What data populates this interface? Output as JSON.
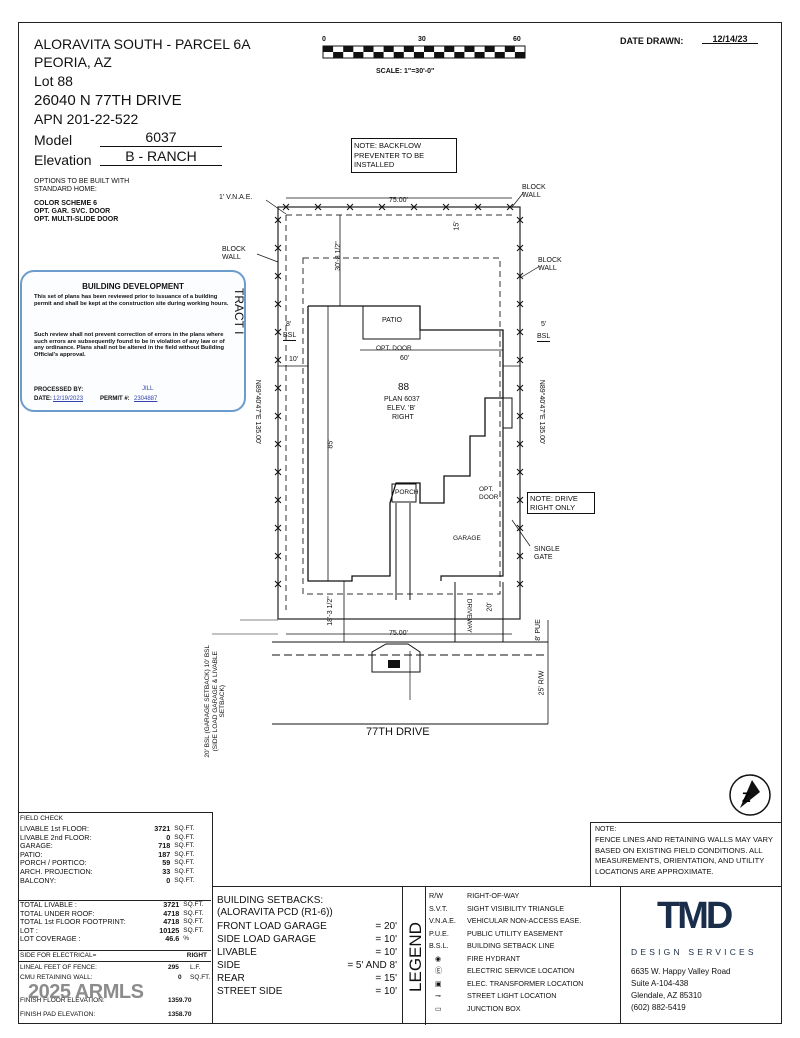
{
  "header": {
    "subdivision": "ALORAVITA SOUTH - PARCEL 6A",
    "city": "PEORIA, AZ",
    "lot": "Lot 88",
    "address": "26040 N 77TH DRIVE",
    "apn": "APN 201-22-522",
    "model_label": "Model",
    "model_value": "6037",
    "elevation_label": "Elevation",
    "elevation_value": "B - RANCH",
    "options_title": "OPTIONS TO BE BUILT WITH STANDARD HOME:",
    "options": [
      "COLOR SCHEME 6",
      "OPT. GAR. SVC. DOOR",
      "OPT. MULTI-SLIDE DOOR"
    ]
  },
  "scale": {
    "ticks": [
      "0",
      "30",
      "60"
    ],
    "label": "SCALE: 1\"=30'-0\""
  },
  "date_drawn": {
    "label": "DATE DRAWN:",
    "value": "12/14/23"
  },
  "notes": {
    "backflow": "NOTE: BACKFLOW PREVENTER TO BE INSTALLED",
    "drive": "NOTE: DRIVE RIGHT ONLY"
  },
  "stamp": {
    "title": "BUILDING DEVELOPMENT",
    "para1": "This set of plans has been reviewed prior to issuance of a building permit and shall be kept at the construction site during working hours.",
    "para2": "Such review shall not prevent correction of errors in the plans where such errors are subsequently found to be in violation of any law or of any ordinance. Plans shall not be altered in the field without Building Official's approval.",
    "processed_label": "PROCESSED BY:",
    "processed_value": "JILL",
    "date_label": "DATE:",
    "date_value": "12/19/2023",
    "permit_label": "PERMIT #:",
    "permit_value": "2304887"
  },
  "site_labels": {
    "vnae": "1' V.N.A.E.",
    "block_wall": "BLOCK WALL",
    "tract": "TRACT I",
    "bsl": "BSL",
    "dim_top": "75.00'",
    "dim_bottom": "75.00'",
    "dim_15": "15'",
    "dim_30": "30'-8 1/2\"",
    "dim_8": "8'",
    "dim_10": "10'",
    "dim_5": "5'",
    "dim_60": "60'",
    "dim_85": "85'",
    "dim_20": "20'",
    "dim_18": "18'-3 1/2\"",
    "brg_left": "N89°40'47\"E 135.00'",
    "brg_right": "N89°40'47\"E 135.00'",
    "patio": "PATIO",
    "opt_door": "OPT. DOOR",
    "lot_no": "88",
    "plan": "PLAN 6037",
    "elev": "ELEV. 'B'",
    "hand": "RIGHT",
    "porch": "PORCH",
    "garage": "GARAGE",
    "opt_door2": "OPT. DOOR",
    "single_gate": "SINGLE GATE",
    "pue": "8' PUE",
    "rw": "25' R/W",
    "street": "77TH DRIVE",
    "driveway": "DRIVEWAY",
    "left_setbacks": "20' BSL (GARAGE SETBACK)  10' BSL (SIDE LOAD GARAGE & LIVABLE SETBACK)"
  },
  "field_check": {
    "title": "FIELD CHECK",
    "rows": [
      {
        "label": "LIVABLE 1st FLOOR:",
        "value": "3721",
        "unit": "SQ.FT."
      },
      {
        "label": "LIVABLE 2nd FLOOR:",
        "value": "0",
        "unit": "SQ.FT."
      },
      {
        "label": "GARAGE:",
        "value": "718",
        "unit": "SQ.FT."
      },
      {
        "label": "PATIO:",
        "value": "187",
        "unit": "SQ.FT."
      },
      {
        "label": "PORCH / PORTICO:",
        "value": "59",
        "unit": "SQ.FT."
      },
      {
        "label": "ARCH. PROJECTION:",
        "value": "33",
        "unit": "SQ.FT."
      },
      {
        "label": "BALCONY:",
        "value": "0",
        "unit": "SQ.FT."
      }
    ],
    "rows2": [
      {
        "label": "TOTAL LIVABLE :",
        "value": "3721",
        "unit": "SQ.FT."
      },
      {
        "label": "TOTAL UNDER ROOF:",
        "value": "4718",
        "unit": "SQ.FT."
      },
      {
        "label": "TOTAL 1st FLOOR FOOTPRINT:",
        "value": "4718",
        "unit": "SQ.FT."
      },
      {
        "label": "LOT :",
        "value": "10125",
        "unit": "SQ.FT."
      },
      {
        "label": "LOT COVERAGE :",
        "value": "46.6",
        "unit": "%"
      }
    ],
    "electrical_label": "SIDE FOR ELECTRICAL=",
    "electrical_value": "RIGHT",
    "fence_label": "LINEAL FEET OF FENCE:",
    "fence_value": "295",
    "fence_unit": "L.F.",
    "hidden_label": "CMU RETAINING WALL:",
    "hidden_value": "0",
    "hidden_unit": "SQ.FT.",
    "floor_label": "FINISH FLOOR ELEVATION:",
    "floor_value": "1359.70",
    "pad_label": "FINISH PAD ELEVATION:",
    "pad_value": "1358.70"
  },
  "setbacks": {
    "title": "BUILDING SETBACKS:",
    "subtitle": "(ALORAVITA PCD (R1-6))",
    "rows": [
      {
        "label": "FRONT LOAD GARAGE",
        "value": "= 20'"
      },
      {
        "label": "SIDE LOAD GARAGE",
        "value": "= 10'"
      },
      {
        "label": "LIVABLE",
        "value": "= 10'"
      },
      {
        "label": "SIDE",
        "value": "= 5' AND 8'"
      },
      {
        "label": "REAR",
        "value": "= 15'"
      },
      {
        "label": "STREET SIDE",
        "value": "= 10'"
      }
    ]
  },
  "legend": {
    "title": "LEGEND",
    "rows": [
      {
        "abbr": "R/W",
        "text": "RIGHT-OF-WAY"
      },
      {
        "abbr": "S.V.T.",
        "text": "SIGHT VISIBILITY TRIANGLE"
      },
      {
        "abbr": "V.N.A.E.",
        "text": "VEHICULAR NON-ACCESS EASE."
      },
      {
        "abbr": "P.U.E.",
        "text": "PUBLIC UTILITY EASEMENT"
      },
      {
        "abbr": "B.S.L.",
        "text": "BUILDING SETBACK LINE"
      },
      {
        "abbr": "",
        "text": "FIRE HYDRANT"
      },
      {
        "abbr": "",
        "text": "ELECTRIC SERVICE LOCATION"
      },
      {
        "abbr": "",
        "text": "ELEC. TRANSFORMER LOCATION"
      },
      {
        "abbr": "",
        "text": "STREET LIGHT LOCATION"
      },
      {
        "abbr": "",
        "text": "JUNCTION BOX"
      }
    ]
  },
  "note_box": {
    "title": "NOTE:",
    "text": "FENCE LINES AND RETAINING WALLS MAY VARY BASED ON EXISTING FIELD CONDITIONS. ALL MEASUREMENTS, ORIENTATION, AND UTILITY LOCATIONS ARE APPROXIMATE."
  },
  "company": {
    "logo": "TMD",
    "name": "DESIGN SERVICES",
    "address1": "6635 W. Happy Valley Road",
    "address2": "Suite A-104-438",
    "address3": "Glendale, AZ 85310",
    "phone": "(602) 882-5419"
  },
  "watermark": "2025 ARMLS"
}
